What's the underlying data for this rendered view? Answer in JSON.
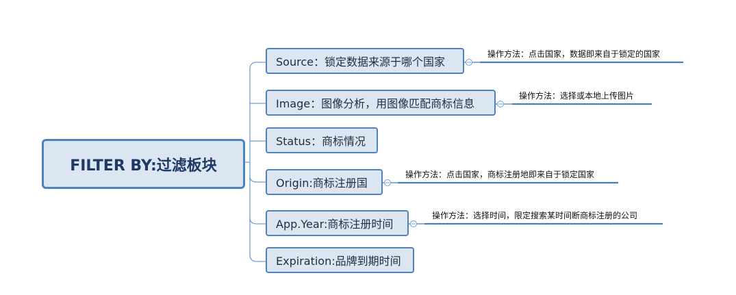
{
  "root": {
    "label": "FILTER BY:过滤板块"
  },
  "topics": [
    {
      "label": "Source：锁定数据来源于哪个国家",
      "note": "操作方法：点击国家，数据即来自于锁定的国家"
    },
    {
      "label": "Image：图像分析，用图像匹配商标信息",
      "note": "操作方法：选择或本地上传图片"
    },
    {
      "label": "Status：商标情况"
    },
    {
      "label": "Origin:商标注册国",
      "note": "操作方法：点击国家，商标注册地即来自于锁定国家"
    },
    {
      "label": "App.Year:商标注册时间",
      "note": "操作方法：选择时间，限定搜索某时间断商标注册的公司"
    },
    {
      "label": "Expiration:品牌到期时间"
    }
  ],
  "colors": {
    "node_fill": "#dce6f2",
    "node_border": "#4f81bd",
    "line": "#4f81bd",
    "note_underline": "#4a7ebb"
  }
}
